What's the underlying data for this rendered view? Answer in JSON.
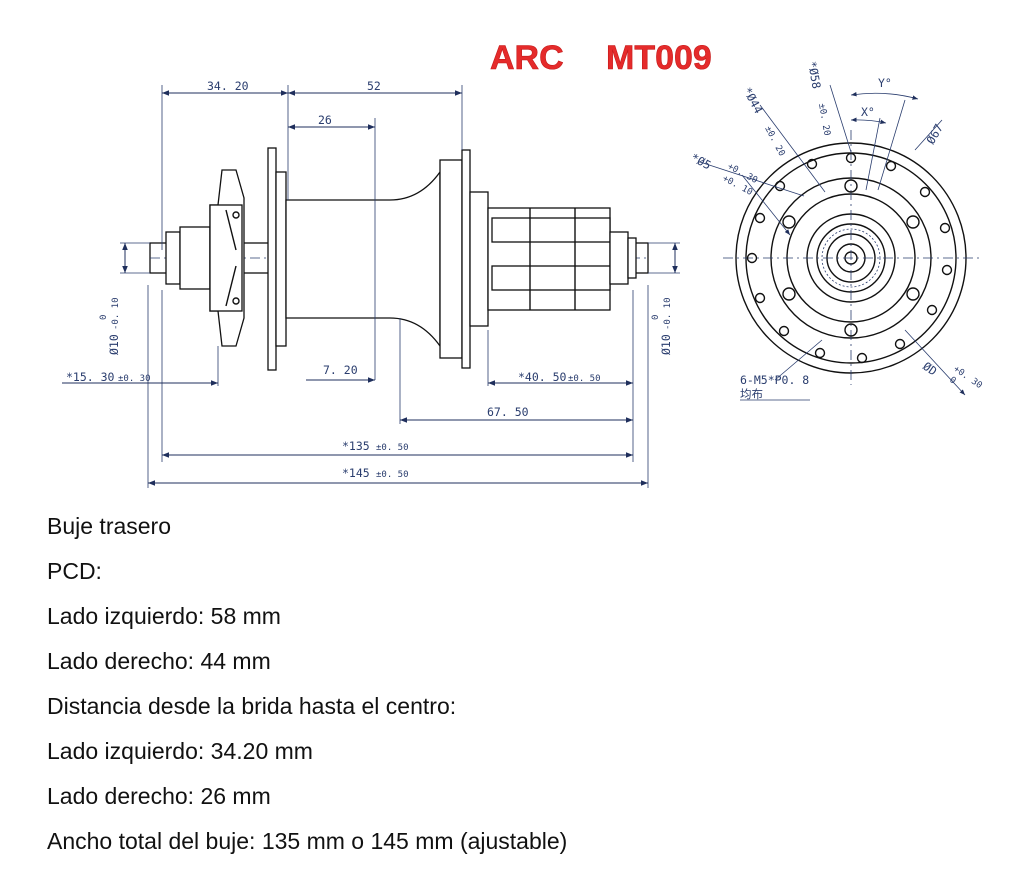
{
  "title": {
    "brand": "ARC",
    "model": "MT009"
  },
  "side_view": {
    "dims": {
      "flange_left": "34. 20",
      "flange_span": "52",
      "center_to_right": "26",
      "left_offset": "*15. 30",
      "left_offset_tol": "±0. 30",
      "center_offset": "7. 20",
      "right_offset": "*40. 50",
      "right_offset_tol": "±0. 50",
      "body_right": "67. 50",
      "width_135": "*135",
      "width_135_tol": "±0. 50",
      "width_145": "*145",
      "width_145_tol": "±0. 50",
      "axle_left": "Ø10",
      "axle_left_tol_top": "0",
      "axle_left_tol_bottom": "-0. 10",
      "axle_right": "Ø10",
      "axle_right_tol_top": "0",
      "axle_right_tol_bottom": "-0. 10"
    }
  },
  "end_view": {
    "labels": {
      "pcd_58": "*Ø58",
      "pcd_58_tol": "±0. 20",
      "pcd_44": "*Ø44",
      "pcd_44_tol": "±0. 20",
      "hole_5": "*Ø5",
      "hole_5_tol_top": "+0. 30",
      "hole_5_tol_bottom": "+0. 10",
      "dia_67": "Ø67",
      "angle_y": "Y°",
      "angle_x": "X°",
      "thread": "6-M5*P0. 8",
      "thread_note": "均布",
      "dia_d": "ØD",
      "dia_d_tol_top": "+0. 30",
      "dia_d_tol_bottom": "0"
    }
  },
  "specs": [
    "Buje trasero",
    "PCD:",
    "Lado izquierdo: 58 mm",
    "Lado derecho: 44 mm",
    "Distancia desde la brida hasta el centro:",
    "Lado izquierdo: 34.20 mm",
    "Lado derecho: 26 mm",
    "Ancho total del buje: 135 mm o 145 mm (ajustable)"
  ],
  "colors": {
    "brand": "#e52b2b",
    "dimension_ink": "#2a3d6e",
    "part_ink": "#111111"
  }
}
